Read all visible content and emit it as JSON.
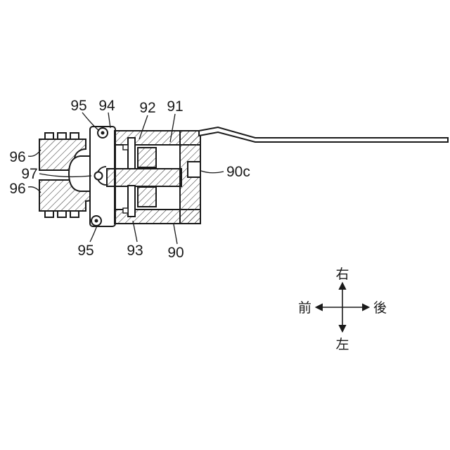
{
  "figure": {
    "type": "patent-drawing",
    "reference_labels": [
      {
        "name": "ref-95-upper",
        "text": "95"
      },
      {
        "name": "ref-94",
        "text": "94"
      },
      {
        "name": "ref-92",
        "text": "92"
      },
      {
        "name": "ref-91",
        "text": "91"
      },
      {
        "name": "ref-96-upper",
        "text": "96"
      },
      {
        "name": "ref-97",
        "text": "97"
      },
      {
        "name": "ref-96-lower",
        "text": "96"
      },
      {
        "name": "ref-90c",
        "text": "90c"
      },
      {
        "name": "ref-95-lower",
        "text": "95"
      },
      {
        "name": "ref-93",
        "text": "93"
      },
      {
        "name": "ref-90",
        "text": "90"
      }
    ],
    "compass": {
      "up": "右",
      "down": "左",
      "left": "前",
      "right": "後"
    },
    "colors": {
      "line": "#1a1a1a",
      "background": "#ffffff"
    }
  }
}
